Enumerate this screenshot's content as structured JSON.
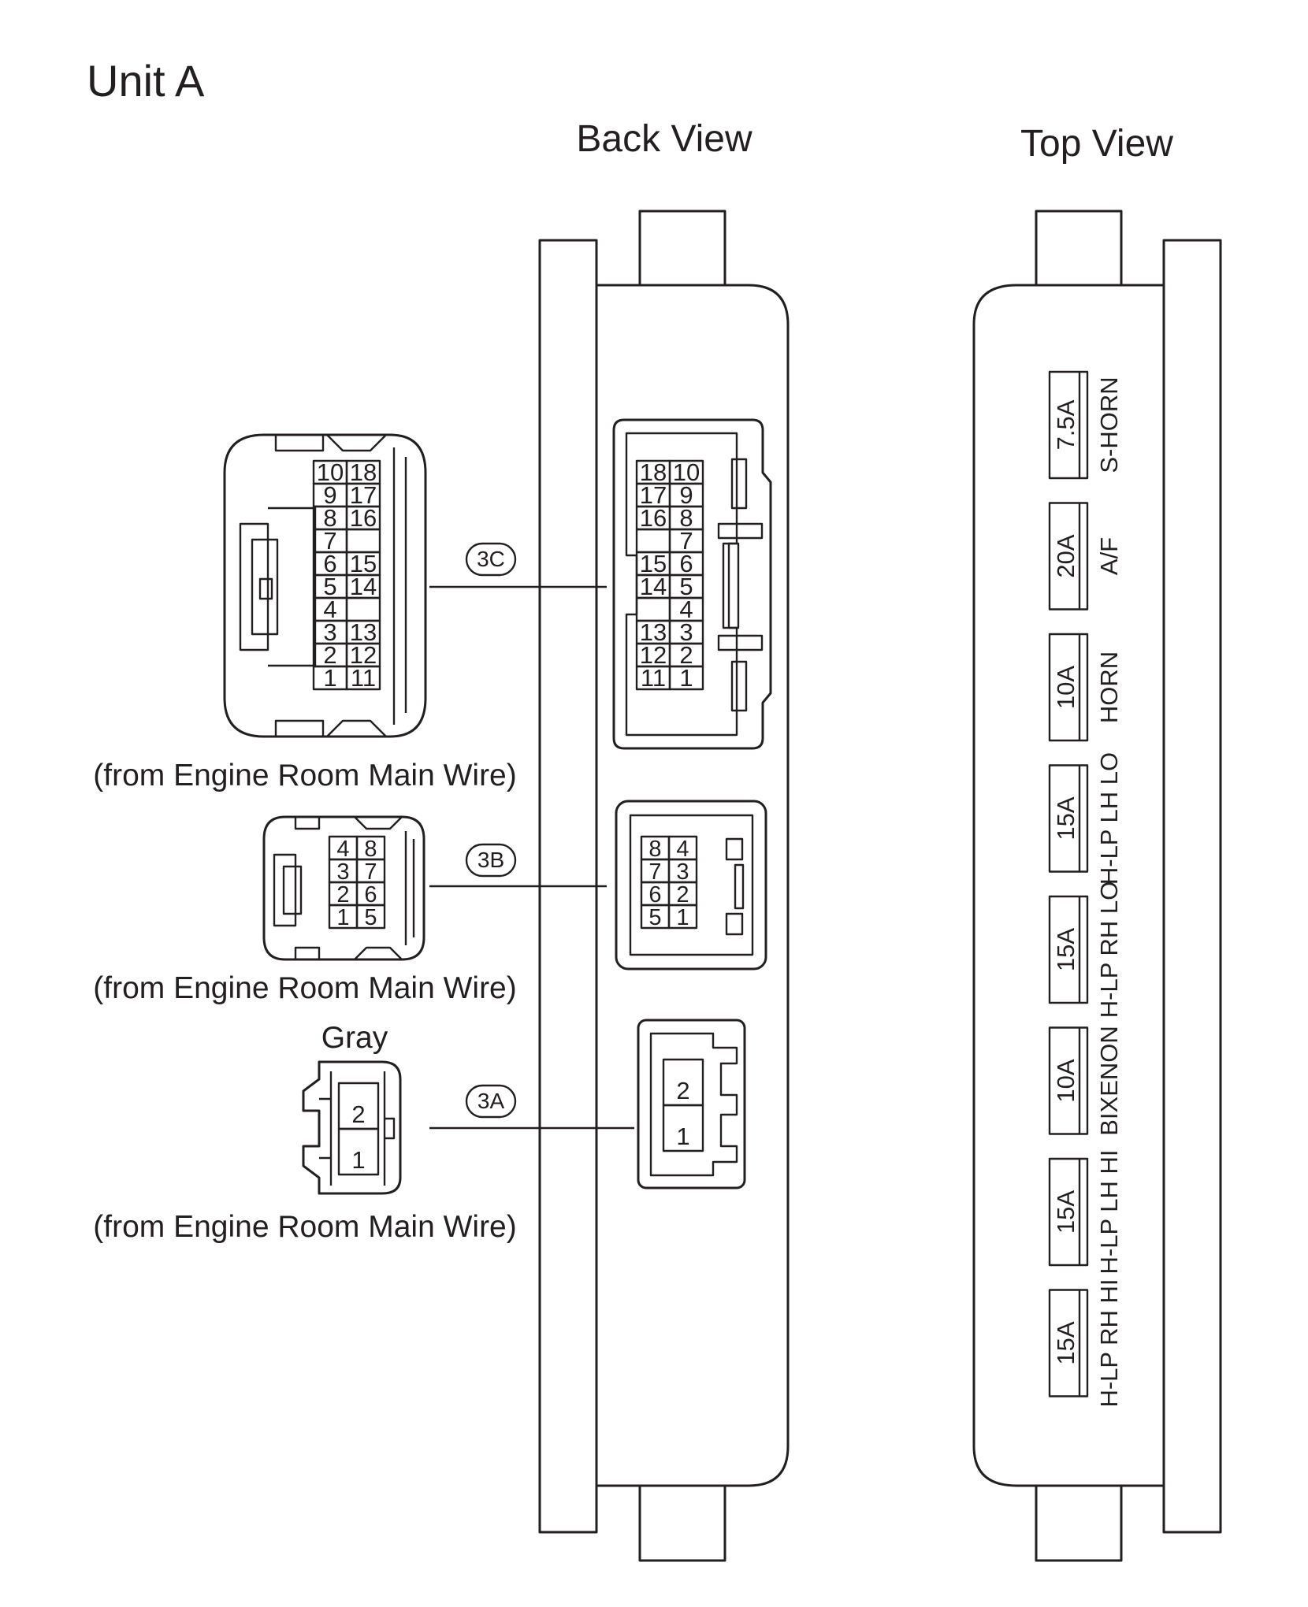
{
  "title": "Unit A",
  "back_view_label": "Back View",
  "top_view_label": "Top View",
  "connectors": [
    {
      "id": "3C",
      "source": "(from Engine Room Main Wire)",
      "color": "",
      "front_pins": [
        [
          "10",
          "18"
        ],
        [
          "9",
          "17"
        ],
        [
          "8",
          "16"
        ],
        [
          "7",
          ""
        ],
        [
          "6",
          "15"
        ],
        [
          "5",
          "14"
        ],
        [
          "4",
          ""
        ],
        [
          "3",
          "13"
        ],
        [
          "2",
          "12"
        ],
        [
          "1",
          "11"
        ]
      ],
      "back_pins": [
        [
          "18",
          "10"
        ],
        [
          "17",
          "9"
        ],
        [
          "16",
          "8"
        ],
        [
          "",
          "7"
        ],
        [
          "15",
          "6"
        ],
        [
          "14",
          "5"
        ],
        [
          "",
          "4"
        ],
        [
          "13",
          "3"
        ],
        [
          "12",
          "2"
        ],
        [
          "11",
          "1"
        ]
      ]
    },
    {
      "id": "3B",
      "source": "(from Engine Room Main Wire)",
      "color": "",
      "front_pins": [
        [
          "4",
          "8"
        ],
        [
          "3",
          "7"
        ],
        [
          "2",
          "6"
        ],
        [
          "1",
          "5"
        ]
      ],
      "back_pins": [
        [
          "8",
          "4"
        ],
        [
          "7",
          "3"
        ],
        [
          "6",
          "2"
        ],
        [
          "5",
          "1"
        ]
      ]
    },
    {
      "id": "3A",
      "source": "(from Engine Room Main Wire)",
      "color": "Gray",
      "front_pins": [
        [
          "2"
        ],
        [
          "1"
        ]
      ],
      "back_pins": [
        [
          "2"
        ],
        [
          "1"
        ]
      ]
    }
  ],
  "fuses": [
    {
      "amp": "7.5A",
      "name": "S-HORN"
    },
    {
      "amp": "20A",
      "name": "A/F"
    },
    {
      "amp": "10A",
      "name": "HORN"
    },
    {
      "amp": "15A",
      "name": "H-LP LH LO"
    },
    {
      "amp": "15A",
      "name": "H-LP RH LO"
    },
    {
      "amp": "10A",
      "name": "BIXENON"
    },
    {
      "amp": "15A",
      "name": "H-LP LH HI"
    },
    {
      "amp": "15A",
      "name": "H-LP RH HI"
    }
  ]
}
